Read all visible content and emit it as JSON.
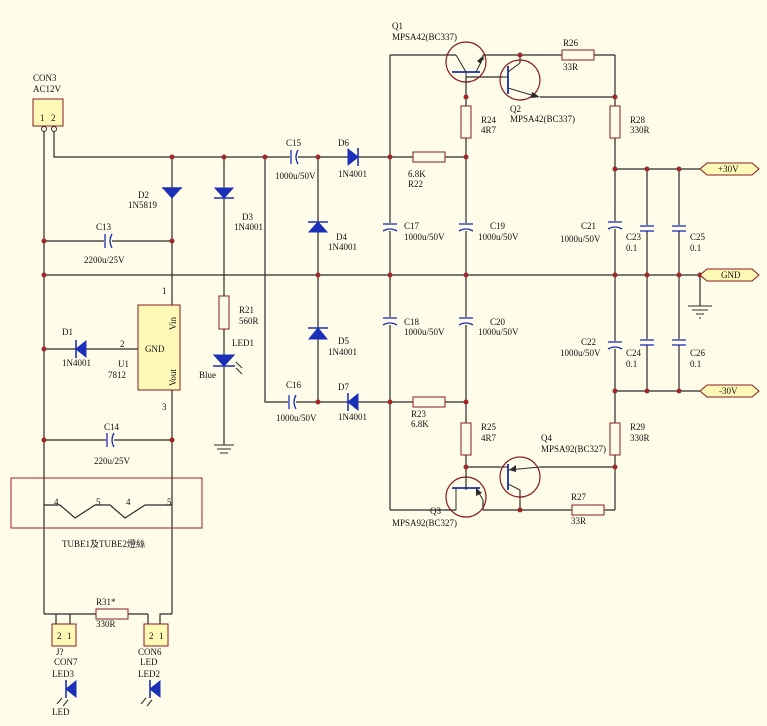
{
  "connectors": {
    "con3": {
      "ref": "CON3",
      "value": "AC12V",
      "pins": [
        "1",
        "2"
      ]
    },
    "con7": {
      "ref": "J?",
      "value": "CON7",
      "pins": [
        "2",
        "1"
      ]
    },
    "con6": {
      "ref": "CON6",
      "value": "LED",
      "pins": [
        "2",
        "1"
      ]
    }
  },
  "diodes": {
    "d1": {
      "ref": "D1",
      "value": "1N4001"
    },
    "d2": {
      "ref": "D2",
      "value": "1N5819"
    },
    "d3": {
      "ref": "D3",
      "value": "1N4001"
    },
    "d4": {
      "ref": "D4",
      "value": "1N4001"
    },
    "d5": {
      "ref": "D5",
      "value": "1N4001"
    },
    "d6": {
      "ref": "D6",
      "value": "1N4001"
    },
    "d7": {
      "ref": "D7",
      "value": "1N4001"
    }
  },
  "capacitors": {
    "c13": {
      "ref": "C13",
      "value": "2200u/25V"
    },
    "c14": {
      "ref": "C14",
      "value": "220u/25V"
    },
    "c15": {
      "ref": "C15",
      "value": "1000u/50V"
    },
    "c16": {
      "ref": "C16",
      "value": "1000u/50V"
    },
    "c17": {
      "ref": "C17",
      "value": "1000u/50V"
    },
    "c18": {
      "ref": "C18",
      "value": "1000u/50V"
    },
    "c19": {
      "ref": "C19",
      "value": "1000u/50V"
    },
    "c20": {
      "ref": "C20",
      "value": "1000u/50V"
    },
    "c21": {
      "ref": "C21",
      "value": "1000u/50V"
    },
    "c22": {
      "ref": "C22",
      "value": "1000u/50V"
    },
    "c23": {
      "ref": "C23",
      "value": "0.1"
    },
    "c24": {
      "ref": "C24",
      "value": "0.1"
    },
    "c25": {
      "ref": "C25",
      "value": "0.1"
    },
    "c26": {
      "ref": "C26",
      "value": "0.1"
    }
  },
  "resistors": {
    "r21": {
      "ref": "R21",
      "value": "560R"
    },
    "r22": {
      "ref": "R22",
      "value": "6.8K"
    },
    "r23": {
      "ref": "R23",
      "value": "6.8K"
    },
    "r24": {
      "ref": "R24",
      "value": "4R7"
    },
    "r25": {
      "ref": "R25",
      "value": "4R7"
    },
    "r26": {
      "ref": "R26",
      "value": "33R"
    },
    "r27": {
      "ref": "R27",
      "value": "33R"
    },
    "r28": {
      "ref": "R28",
      "value": "330R"
    },
    "r29": {
      "ref": "R29",
      "value": "330R"
    },
    "r31": {
      "ref": "R31*",
      "value": "330R"
    }
  },
  "transistors": {
    "q1": {
      "ref": "Q1",
      "value": "MPSA42(BC337)"
    },
    "q2": {
      "ref": "Q2",
      "value": "MPSA42(BC337)"
    },
    "q3": {
      "ref": "Q3",
      "value": "MPSA92(BC327)"
    },
    "q4": {
      "ref": "Q4",
      "value": "MPSA92(BC327)"
    }
  },
  "regulator": {
    "ref": "U1",
    "value": "7812",
    "pin_vin": "Vin",
    "pin_gnd": "GND",
    "pin_vout": "Vout",
    "pin1": "1",
    "pin2": "2",
    "pin3": "3"
  },
  "leds": {
    "led1": {
      "ref": "LED1",
      "color": "Blue"
    },
    "led2": {
      "ref": "LED2"
    },
    "led3": {
      "ref": "LED3",
      "value": "LED"
    }
  },
  "ports": {
    "pos30": "+30V",
    "gnd": "GND",
    "neg30": "-30V"
  },
  "tube": {
    "caption": "TUBE1及TUBE2燈絲",
    "pins": [
      "4",
      "5",
      "4",
      "5"
    ]
  },
  "colors": {
    "wire": "#2a2a2a",
    "junction": "#a0282a",
    "component_blue": "#1b2fb8",
    "outline_red": "#8a1a1a",
    "background": "#fffde9",
    "fill_yellow": "#fff9b8"
  }
}
